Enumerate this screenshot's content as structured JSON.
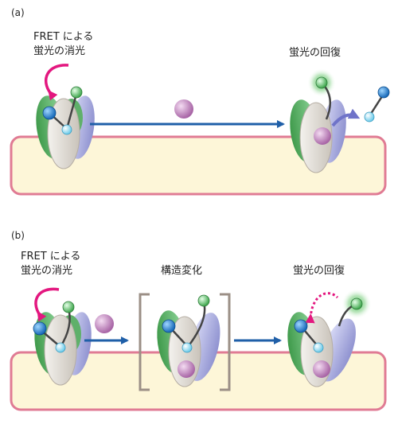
{
  "panel_a": {
    "label": "(a)",
    "fret_line1": "FRET による",
    "fret_line2": "蛍光の消光",
    "recovery": "蛍光の回復"
  },
  "panel_b": {
    "label": "(b)",
    "fret_line1": "FRET による",
    "fret_line2": "蛍光の消光",
    "conformational_change": "構造変化",
    "recovery": "蛍光の回復"
  },
  "colors": {
    "membrane_fill": "#fdf6d8",
    "membrane_border": "#e07b94",
    "arrow_blue": "#1f5fa8",
    "arrow_magenta": "#e3177f",
    "donor_blue": "#2a8ad1",
    "acceptor_green": "#6cc77a",
    "quencher_cyan": "#9fe3f5",
    "ligand_purple": "#c58ec2",
    "subunit_green": "#6ab86f",
    "subunit_gray": "#e3dfd8",
    "subunit_lilac": "#b7b9e6",
    "bracket": "#9b8f86"
  }
}
